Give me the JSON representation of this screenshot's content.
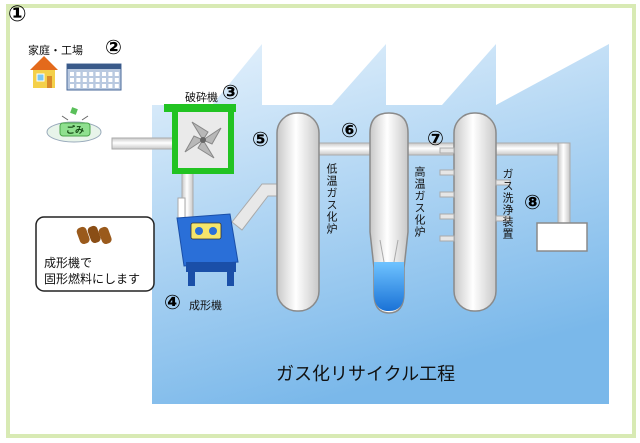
{
  "markers": {
    "step1": "①",
    "step2": "②",
    "step3": "③",
    "step4": "④",
    "step5": "⑤",
    "step6": "⑥",
    "step7": "⑦",
    "step8": "⑧"
  },
  "labels": {
    "home_factory": "家庭・工場",
    "gomi": "ごみ",
    "crusher": "破砕機",
    "molding_machine": "成形機",
    "molding_note_line1": "成形機で",
    "molding_note_line2": "固形燃料にします",
    "low_temp_furnace": "低温ガス化炉",
    "high_temp_furnace": "高温ガス化炉",
    "gas_cleaner": "ガス洗浄装置",
    "process_title": "ガス化リサイクル工程"
  },
  "colors": {
    "frame": "#d8eab4",
    "factory_bg_top": "#e6f2fc",
    "factory_bg_bottom": "#7ab8ea",
    "crusher_green": "#22c322",
    "molder_blue": "#2a6fd8",
    "pipe": "#dddddd",
    "liquid": "#2a8be6"
  },
  "icons": {
    "house": "house-icon",
    "factory": "factory-icon",
    "garbage": "garbage-pile-icon",
    "crusher": "crusher-icon",
    "molder": "molding-machine-icon",
    "fuel": "fuel-pellet-icon"
  }
}
